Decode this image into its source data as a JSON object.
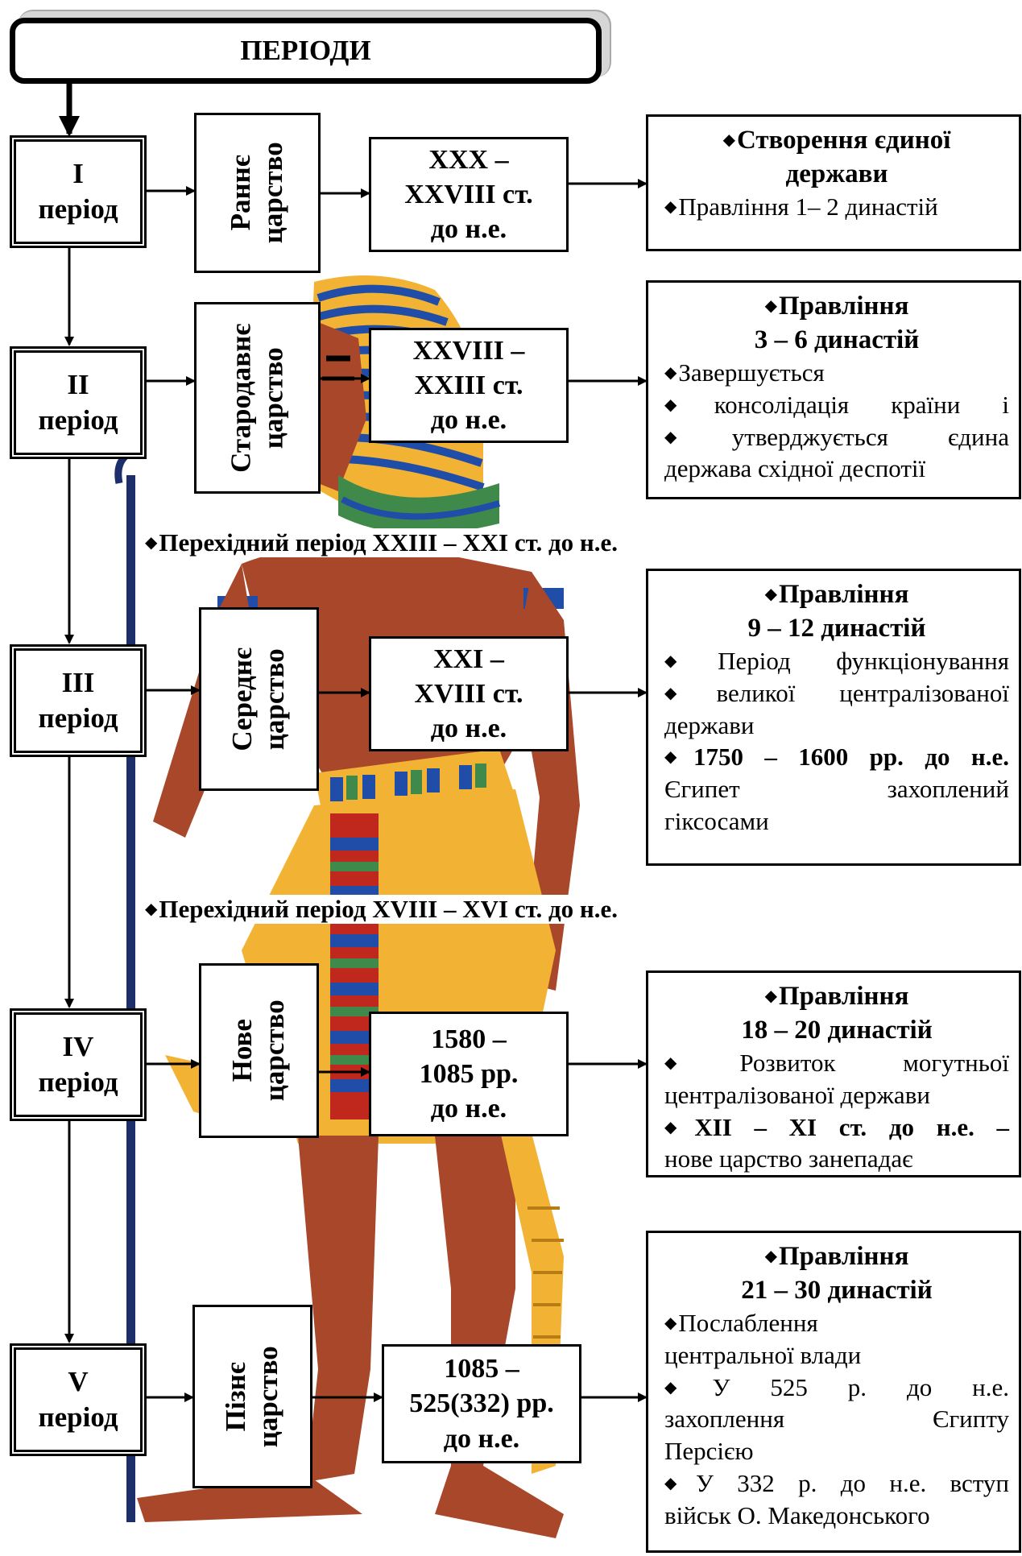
{
  "title": "ПЕРІОДИ",
  "periods": [
    {
      "period": [
        "I",
        "період"
      ],
      "kingdom": [
        "Раннє",
        "царство"
      ],
      "dates": [
        "XXX –",
        "XXVIII ст.",
        "до н.е."
      ],
      "desc": [
        {
          "text": "Створення єдиної",
          "style": "ctr"
        },
        {
          "text": "держави",
          "style": "ctr-nb"
        },
        {
          "text": "Правління 1– 2 династій",
          "style": "left"
        }
      ]
    },
    {
      "period": [
        "II",
        "період"
      ],
      "kingdom": [
        "Стародавнє",
        "царство"
      ],
      "dates": [
        "XXVIII –",
        "XXIII ст.",
        "до н.е."
      ],
      "desc": [
        {
          "text": "Правління",
          "style": "ctr"
        },
        {
          "text": "3 – 6 династій",
          "style": "ctr-nb"
        },
        {
          "text": "Завершується",
          "style": "left"
        },
        {
          "text": "консолідація країни і",
          "style": "just"
        },
        {
          "text": "утверджується єдина",
          "style": "just"
        },
        {
          "text": "держава східної деспотії",
          "style": "left-nb"
        }
      ]
    },
    {
      "period": [
        "III",
        "період"
      ],
      "kingdom": [
        "Середнє",
        "царство"
      ],
      "dates": [
        "XXI –",
        "XVIII ст.",
        "до н.е."
      ],
      "desc": [
        {
          "text": "Правління",
          "style": "ctr"
        },
        {
          "text": "9 – 12 династій",
          "style": "ctr-nb"
        },
        {
          "text": "Період функціонування",
          "style": "just"
        },
        {
          "text": "великої централізованої",
          "style": "just"
        },
        {
          "text": "держави",
          "style": "left-nb"
        },
        {
          "text": "1750 – 1600 рр. до н.е.",
          "style": "just-bold"
        },
        {
          "text": "Єгипет захоплений",
          "style": "just-nb"
        },
        {
          "text": "гіксосами",
          "style": "left-nb"
        }
      ]
    },
    {
      "period": [
        "IV",
        "період"
      ],
      "kingdom": [
        "Нове",
        "царство"
      ],
      "dates": [
        "1580 –",
        "1085 рр.",
        "до н.е."
      ],
      "desc": [
        {
          "text": "Правління",
          "style": "ctr"
        },
        {
          "text": "18 – 20 династій",
          "style": "ctr-nb"
        },
        {
          "text": "Розвиток могутньої",
          "style": "just"
        },
        {
          "text": "централізованої держави",
          "style": "left-nb"
        },
        {
          "text": "XII – XI ст. до н.е. –",
          "style": "just-bold"
        },
        {
          "text": "нове царство занепадає",
          "style": "left-nb"
        }
      ]
    },
    {
      "period": [
        "V",
        "період"
      ],
      "kingdom": [
        "Пізнє",
        "царство"
      ],
      "dates": [
        "1085 –",
        "525(332) рр.",
        "до н.е."
      ],
      "desc": [
        {
          "text": "Правління",
          "style": "ctr"
        },
        {
          "text": "21 – 30 династій",
          "style": "ctr-nb"
        },
        {
          "text": "Послаблення",
          "style": "left"
        },
        {
          "text": "центральної влади",
          "style": "left-nb"
        },
        {
          "text": "У 525 р. до н.е.",
          "style": "just-mixed"
        },
        {
          "text": "захоплення Єгипту",
          "style": "just-nb"
        },
        {
          "text": "Персією",
          "style": "left-nb"
        },
        {
          "text": "У 332 р. до н.е. вступ",
          "style": "just-mixed2"
        },
        {
          "text": "військ О. Македонського",
          "style": "left-nb"
        }
      ]
    }
  ],
  "transitions": [
    "Перехідний період XXIII – XXI ст. до н.е.",
    "Перехідний період XVIII – XVI ст. до н.е."
  ],
  "colors": {
    "skin": "#a9472a",
    "gold": "#f2b233",
    "blue": "#1f4da8",
    "green": "#3f8a4a",
    "red": "#c0281d"
  }
}
